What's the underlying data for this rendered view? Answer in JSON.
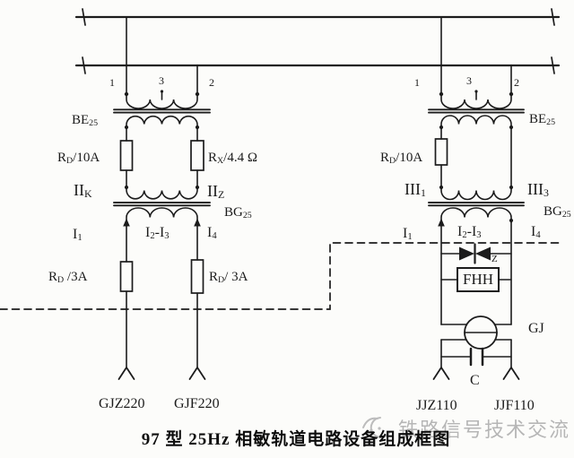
{
  "title": "97 型 25Hz 相敏轨道电路设备组成框图",
  "watermark": "铁路信号技术交流",
  "left_unit": {
    "terminal_1": "1",
    "terminal_3": "3",
    "terminal_2": "2",
    "input_transformer": {
      "base": "BE",
      "sub": "25"
    },
    "fuse_10a": {
      "b1": "R",
      "s1": "D",
      "b2": "/10A"
    },
    "resistor": {
      "b1": "R",
      "s1": "X",
      "b2": "/4.4 Ω"
    },
    "tap_left": {
      "base": "II",
      "sub": "K"
    },
    "tap_right": {
      "base": "II",
      "sub": "Z"
    },
    "track_transformer": {
      "base": "BG",
      "sub": "25"
    },
    "sec_left": {
      "base": "I",
      "sub": "1"
    },
    "sec_mid": {
      "b1": "I",
      "s1": "2",
      "b2": "-I",
      "s2": "3"
    },
    "sec_right": {
      "base": "I",
      "sub": "4"
    },
    "fuse_3a_left": {
      "b1": "R",
      "s1": "D",
      "b2": " /3A"
    },
    "fuse_3a_right": {
      "b1": "R",
      "s1": "D",
      "b2": "/ 3A"
    },
    "cable_left": "GJZ220",
    "cable_right": "GJF220"
  },
  "right_unit": {
    "terminal_1": "1",
    "terminal_3": "3",
    "terminal_2": "2",
    "input_transformer": {
      "base": "BE",
      "sub": "25"
    },
    "fuse_10a": {
      "b1": "R",
      "s1": "D",
      "b2": "/10A"
    },
    "tap_left": {
      "base": "III",
      "sub": "1"
    },
    "tap_right": {
      "base": "III",
      "sub": "3"
    },
    "track_transformer": {
      "base": "BG",
      "sub": "25"
    },
    "sec_left": {
      "base": "I",
      "sub": "1"
    },
    "sec_mid": {
      "b1": "I",
      "s1": "2",
      "b2": "-I",
      "s2": "3"
    },
    "sec_right": {
      "base": "I",
      "sub": "4"
    },
    "limiter": "Z",
    "filter_box": "FHH",
    "relay": "GJ",
    "capacitor": "C",
    "cable_left": "JJZ110",
    "cable_right": "JJF110"
  },
  "colors": {
    "line": "#1c1c1c",
    "watermark": "#b6b6b6",
    "paper": "#fcfcfa"
  }
}
